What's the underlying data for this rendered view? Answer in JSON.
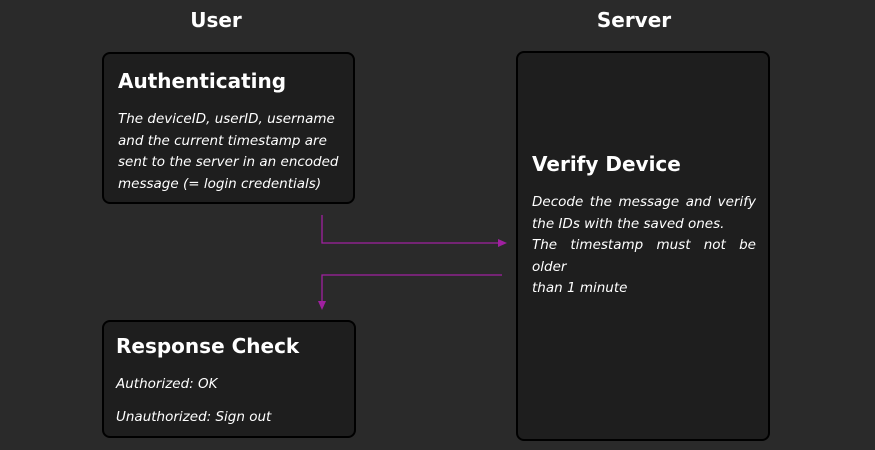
{
  "columns": {
    "user": "User",
    "server": "Server"
  },
  "authenticating": {
    "title": "Authenticating",
    "lines": [
      "The deviceID, userID, username",
      "and the current timestamp are",
      "sent to the server in an encoded",
      "message (= login credentials)"
    ]
  },
  "verify_device": {
    "title": "Verify Device",
    "lines": [
      "Decode the message and verify",
      "the IDs with the saved ones.",
      "The timestamp must not be older",
      "than 1 minute"
    ]
  },
  "response_check": {
    "title": "Response Check",
    "authorized": "Authorized: OK",
    "unauthorized": "Unauthorized: Sign out"
  },
  "colors": {
    "background": "#2a2a2a",
    "box_fill": "#1e1e1e",
    "box_border": "#000000",
    "arrow": "#a020a0",
    "text": "#ffffff"
  }
}
